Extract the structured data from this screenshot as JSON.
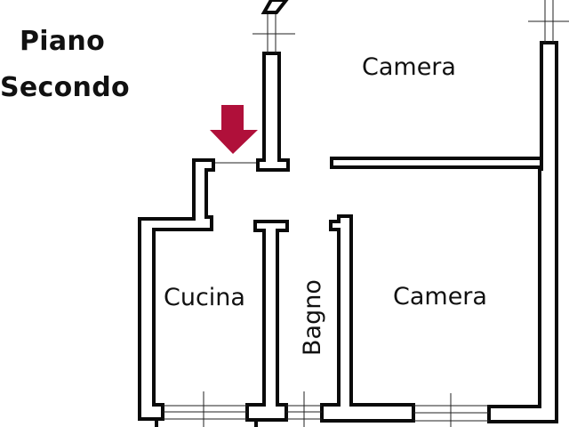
{
  "floor_title": {
    "line1": "Piano",
    "line2": "Secondo"
  },
  "rooms": {
    "camera_top": "Camera",
    "camera_bottom": "Camera",
    "cucina": "Cucina",
    "bagno": "Bagno"
  },
  "colors": {
    "entrance_arrow": "#b0103a",
    "walls": "#0a0a0a"
  },
  "icons": {
    "entrance": "down-arrow-icon"
  }
}
